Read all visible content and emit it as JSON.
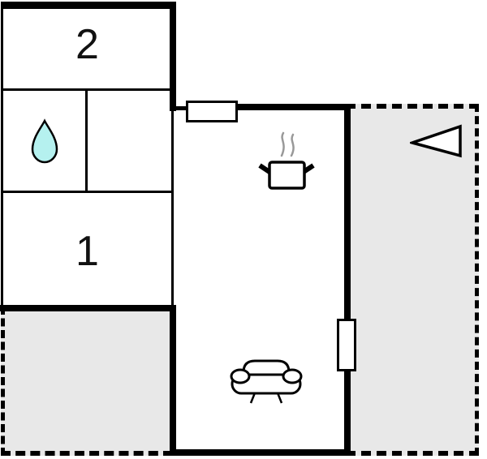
{
  "plan_title": "holiday-home floor plan",
  "colors": {
    "wall": "#000000",
    "terrace_fill": "#e8e8e8",
    "water_drop_fill": "#b5f1ef",
    "steam": "#999999",
    "background": "#ffffff"
  },
  "rooms": {
    "bedroom_2": {
      "label": "2"
    },
    "bedroom_1": {
      "label": "1"
    },
    "bathroom": {
      "icon": "water-drop-icon"
    },
    "kitchen": {
      "icon": "stove-icon"
    },
    "living_area": {
      "icon": "sofa-icon"
    },
    "terrace_right": {
      "icon": "entrance-arrow-icon"
    },
    "terrace_bottom_left": {},
    "openings": {
      "top_window": "window",
      "right_door": "door"
    }
  }
}
